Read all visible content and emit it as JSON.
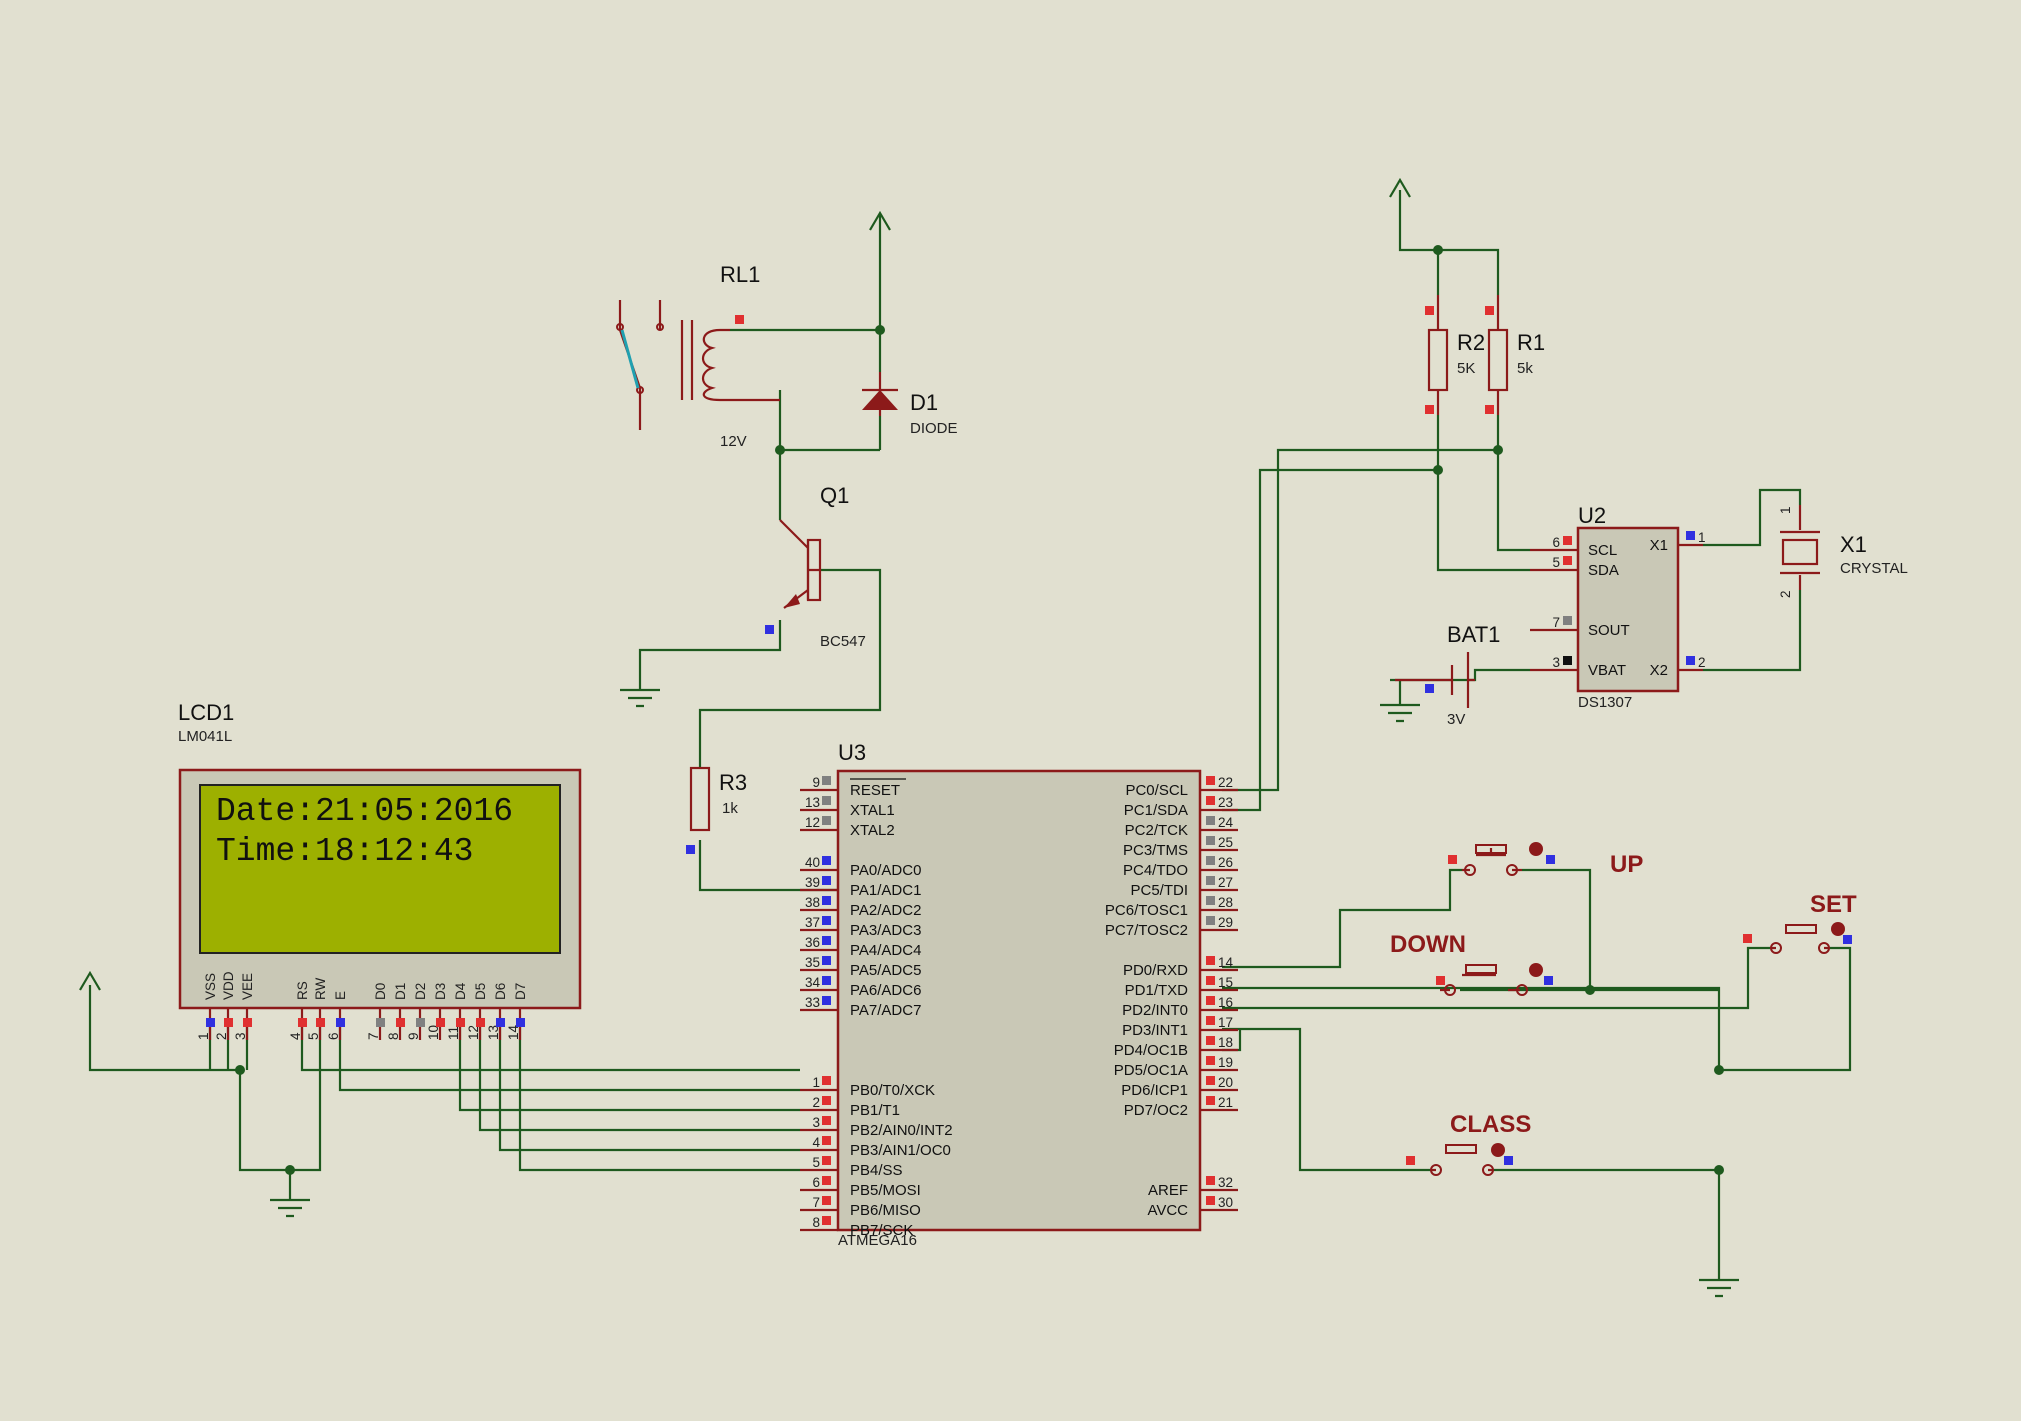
{
  "relay": {
    "ref": "RL1",
    "value": "12V"
  },
  "diode": {
    "ref": "D1",
    "value": "DIODE"
  },
  "transistor": {
    "ref": "Q1",
    "value": "BC547"
  },
  "r3": {
    "ref": "R3",
    "value": "1k"
  },
  "r2": {
    "ref": "R2",
    "value": "5K"
  },
  "r1": {
    "ref": "R1",
    "value": "5k"
  },
  "rtc": {
    "ref": "U2",
    "part": "DS1307",
    "pins_left": [
      {
        "num": "6",
        "name": "SCL"
      },
      {
        "num": "5",
        "name": "SDA"
      },
      {
        "num": "7",
        "name": "SOUT"
      },
      {
        "num": "3",
        "name": "VBAT"
      }
    ],
    "pins_right": [
      {
        "num": "1",
        "name": "X1"
      },
      {
        "num": "2",
        "name": "X2"
      }
    ]
  },
  "crystal": {
    "ref": "X1",
    "value": "CRYSTAL",
    "pin1": "1",
    "pin2": "2"
  },
  "battery": {
    "ref": "BAT1",
    "value": "3V"
  },
  "lcd": {
    "ref": "LCD1",
    "part": "LM041L",
    "line1": "Date:21:05:2016",
    "line2": "Time:18:12:43",
    "pins": [
      {
        "name": "VSS",
        "num": "1"
      },
      {
        "name": "VDD",
        "num": "2"
      },
      {
        "name": "VEE",
        "num": "3"
      },
      {
        "name": "RS",
        "num": "4"
      },
      {
        "name": "RW",
        "num": "5"
      },
      {
        "name": "E",
        "num": "6"
      },
      {
        "name": "D0",
        "num": "7"
      },
      {
        "name": "D1",
        "num": "8"
      },
      {
        "name": "D2",
        "num": "9"
      },
      {
        "name": "D3",
        "num": "10"
      },
      {
        "name": "D4",
        "num": "11"
      },
      {
        "name": "D5",
        "num": "12"
      },
      {
        "name": "D6",
        "num": "13"
      },
      {
        "name": "D7",
        "num": "14"
      }
    ]
  },
  "mcu": {
    "ref": "U3",
    "part": "ATMEGA16",
    "pins_left": [
      {
        "num": "9",
        "name": "RESET"
      },
      {
        "num": "13",
        "name": "XTAL1"
      },
      {
        "num": "12",
        "name": "XTAL2"
      },
      {
        "num": "40",
        "name": "PA0/ADC0"
      },
      {
        "num": "39",
        "name": "PA1/ADC1"
      },
      {
        "num": "38",
        "name": "PA2/ADC2"
      },
      {
        "num": "37",
        "name": "PA3/ADC3"
      },
      {
        "num": "36",
        "name": "PA4/ADC4"
      },
      {
        "num": "35",
        "name": "PA5/ADC5"
      },
      {
        "num": "34",
        "name": "PA6/ADC6"
      },
      {
        "num": "33",
        "name": "PA7/ADC7"
      },
      {
        "num": "1",
        "name": "PB0/T0/XCK"
      },
      {
        "num": "2",
        "name": "PB1/T1"
      },
      {
        "num": "3",
        "name": "PB2/AIN0/INT2"
      },
      {
        "num": "4",
        "name": "PB3/AIN1/OC0"
      },
      {
        "num": "5",
        "name": "PB4/SS"
      },
      {
        "num": "6",
        "name": "PB5/MOSI"
      },
      {
        "num": "7",
        "name": "PB6/MISO"
      },
      {
        "num": "8",
        "name": "PB7/SCK"
      }
    ],
    "pins_right": [
      {
        "num": "22",
        "name": "PC0/SCL"
      },
      {
        "num": "23",
        "name": "PC1/SDA"
      },
      {
        "num": "24",
        "name": "PC2/TCK"
      },
      {
        "num": "25",
        "name": "PC3/TMS"
      },
      {
        "num": "26",
        "name": "PC4/TDO"
      },
      {
        "num": "27",
        "name": "PC5/TDI"
      },
      {
        "num": "28",
        "name": "PC6/TOSC1"
      },
      {
        "num": "29",
        "name": "PC7/TOSC2"
      },
      {
        "num": "14",
        "name": "PD0/RXD"
      },
      {
        "num": "15",
        "name": "PD1/TXD"
      },
      {
        "num": "16",
        "name": "PD2/INT0"
      },
      {
        "num": "17",
        "name": "PD3/INT1"
      },
      {
        "num": "18",
        "name": "PD4/OC1B"
      },
      {
        "num": "19",
        "name": "PD5/OC1A"
      },
      {
        "num": "20",
        "name": "PD6/ICP1"
      },
      {
        "num": "21",
        "name": "PD7/OC2"
      },
      {
        "num": "32",
        "name": "AREF"
      },
      {
        "num": "30",
        "name": "AVCC"
      }
    ]
  },
  "buttons": {
    "up": "UP",
    "down": "DOWN",
    "set": "SET",
    "class": "CLASS"
  },
  "colors": {
    "background": "#e1e0d0",
    "component": "#8c1a1a",
    "wire": "#1e5a1e",
    "lcd_screen": "#9db000",
    "pin_red": "#e03030",
    "pin_blue": "#3030e0",
    "pin_grey": "#808080"
  }
}
